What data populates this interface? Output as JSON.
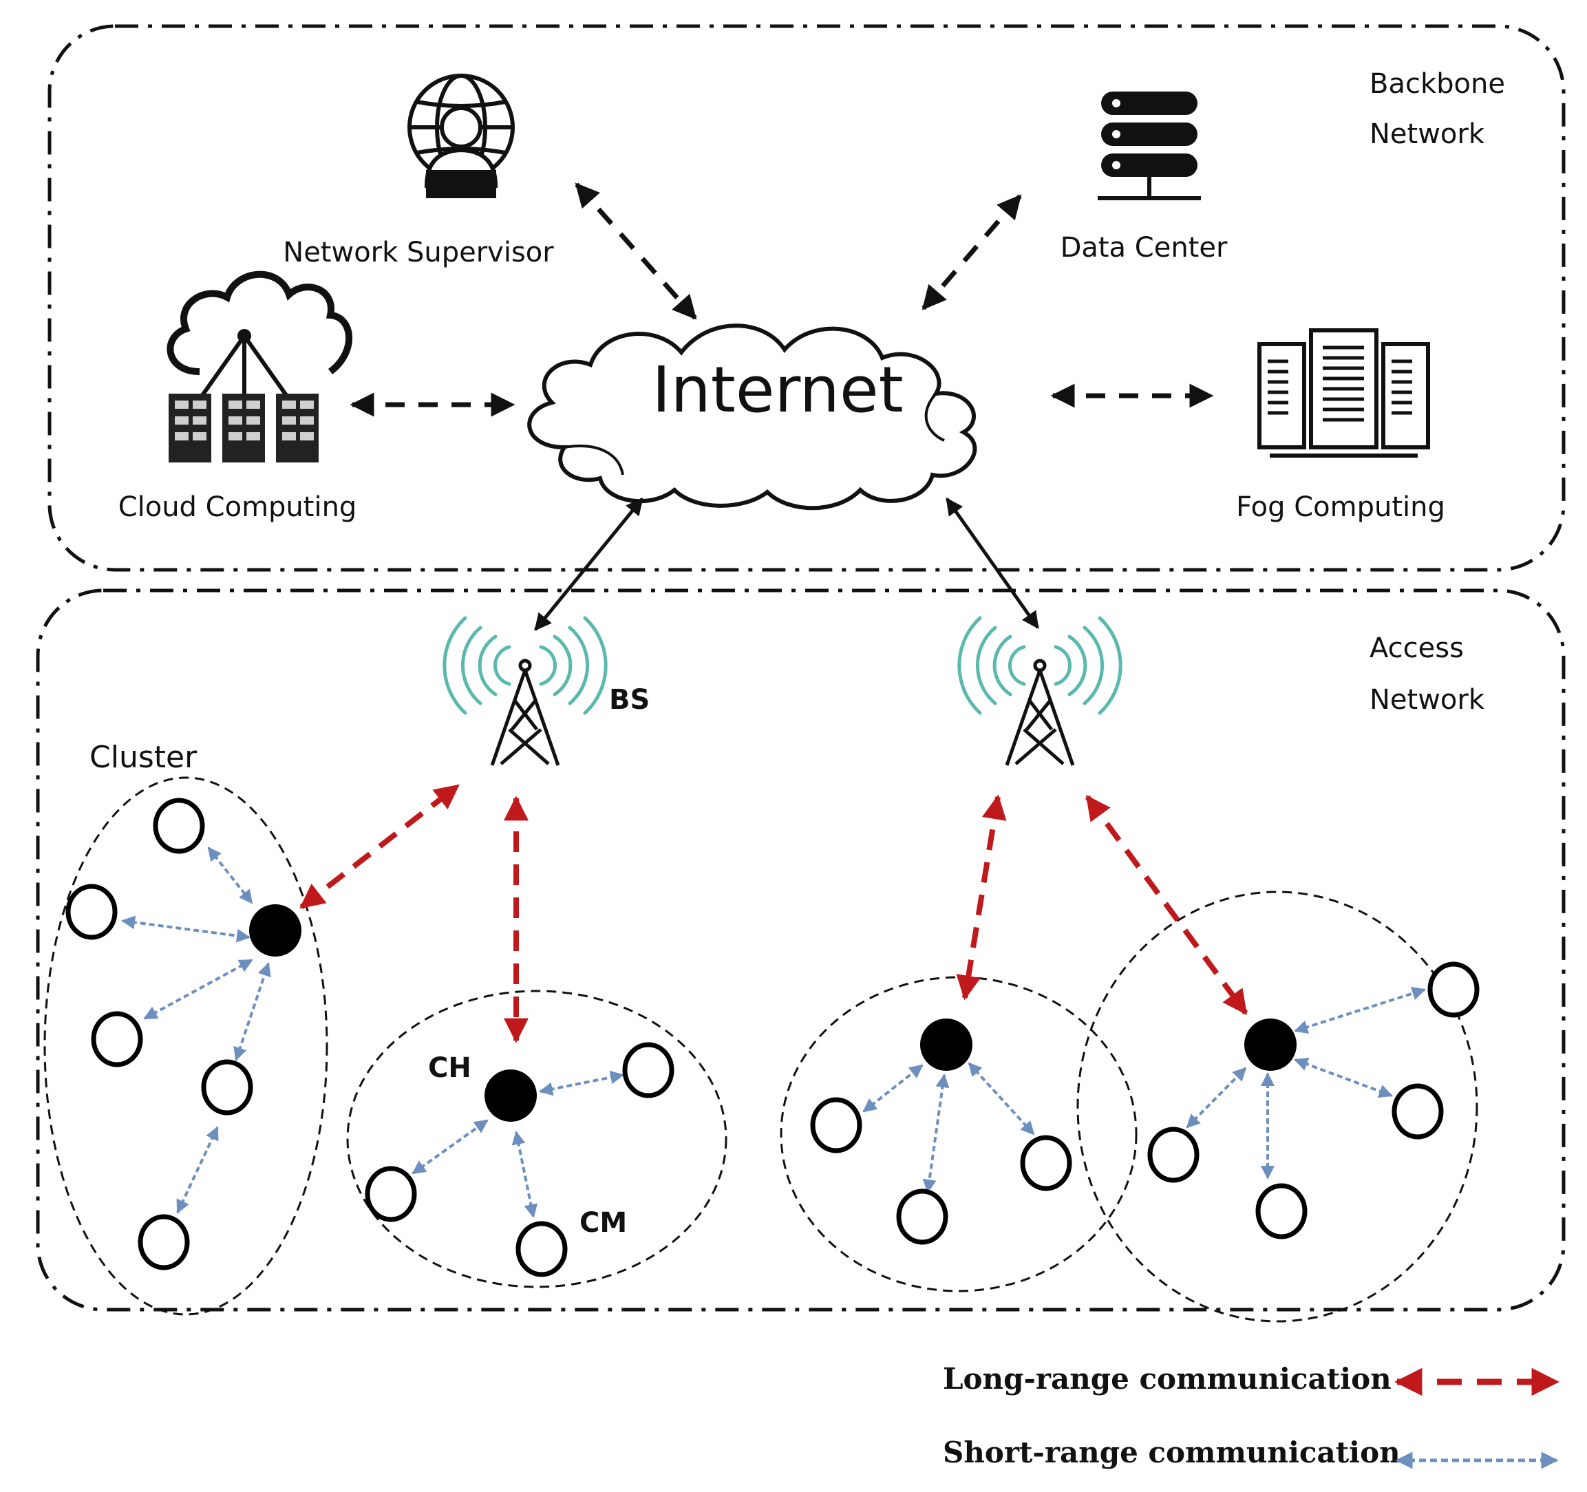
{
  "regions": {
    "backbone": {
      "line1": "Backbone",
      "line2": "Network"
    },
    "access": {
      "line1": "Access",
      "line2": "Network"
    }
  },
  "nodes": {
    "internet": "Internet",
    "network_supervisor": "Network Supervisor",
    "data_center": "Data Center",
    "cloud_computing": "Cloud Computing",
    "fog_computing": "Fog Computing",
    "bs": "BS",
    "cluster": "Cluster",
    "ch": "CH",
    "cm": "CM"
  },
  "legend": {
    "long_range": "Long-range communication",
    "short_range": "Short-range communication"
  },
  "colors": {
    "long_range": "#c0191c",
    "short_range": "#6d8fbf",
    "signal": "#5ab9ad",
    "ink": "#111111"
  }
}
